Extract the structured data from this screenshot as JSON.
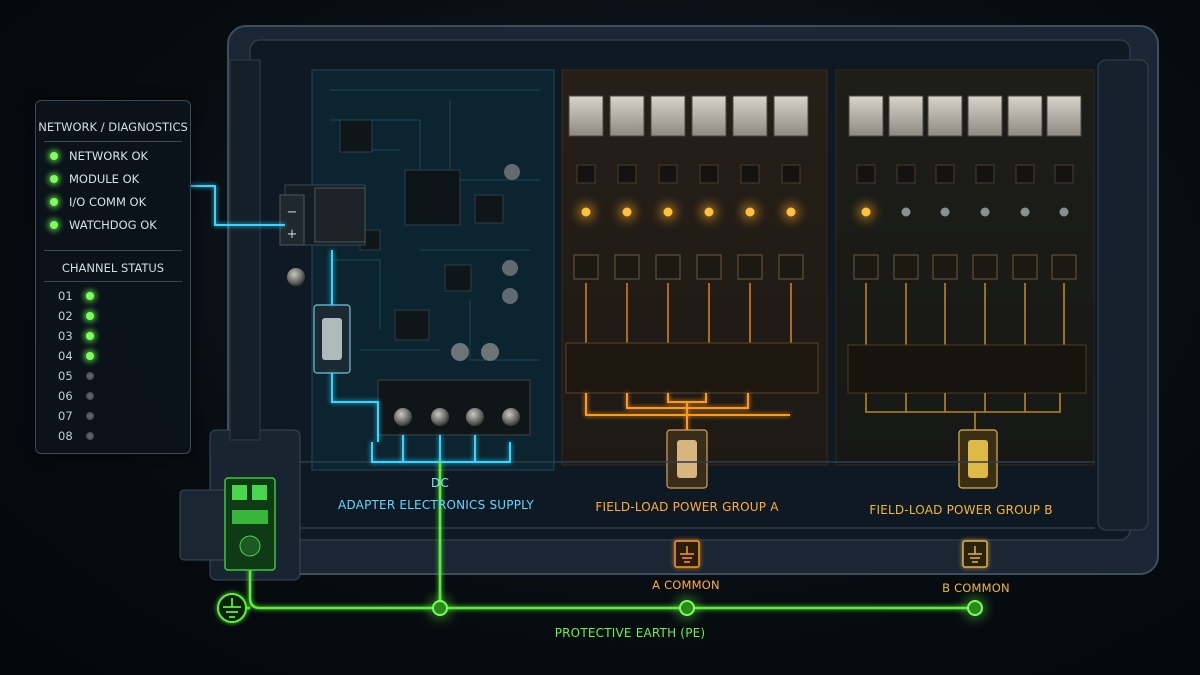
{
  "diagnostics": {
    "title": "NETWORK / DIAGNOSTICS",
    "items": [
      {
        "label": "NETWORK OK",
        "on": true
      },
      {
        "label": "MODULE OK",
        "on": true
      },
      {
        "label": "I/O COMM OK",
        "on": true
      },
      {
        "label": "WATCHDOG OK",
        "on": true
      }
    ]
  },
  "channel_status": {
    "title": "CHANNEL STATUS",
    "channels": [
      {
        "num": "01",
        "on": true
      },
      {
        "num": "02",
        "on": true
      },
      {
        "num": "03",
        "on": true
      },
      {
        "num": "04",
        "on": true
      },
      {
        "num": "05",
        "on": false
      },
      {
        "num": "06",
        "on": false
      },
      {
        "num": "07",
        "on": false
      },
      {
        "num": "08",
        "on": false
      }
    ]
  },
  "sections": {
    "adapter": {
      "label": "ADAPTER ELECTRONICS SUPPLY",
      "tag": "DC"
    },
    "group_a": {
      "label": "FIELD-LOAD POWER GROUP A",
      "common": "A COMMON"
    },
    "group_b": {
      "label": "FIELD-LOAD POWER GROUP B",
      "common": "B COMMON"
    }
  },
  "earth_label": "PROTECTIVE EARTH (PE)",
  "colors": {
    "cyan": "#38d6ff",
    "orange": "#ff9a1f",
    "amber": "#e0a51c",
    "green": "#5cf03a"
  }
}
